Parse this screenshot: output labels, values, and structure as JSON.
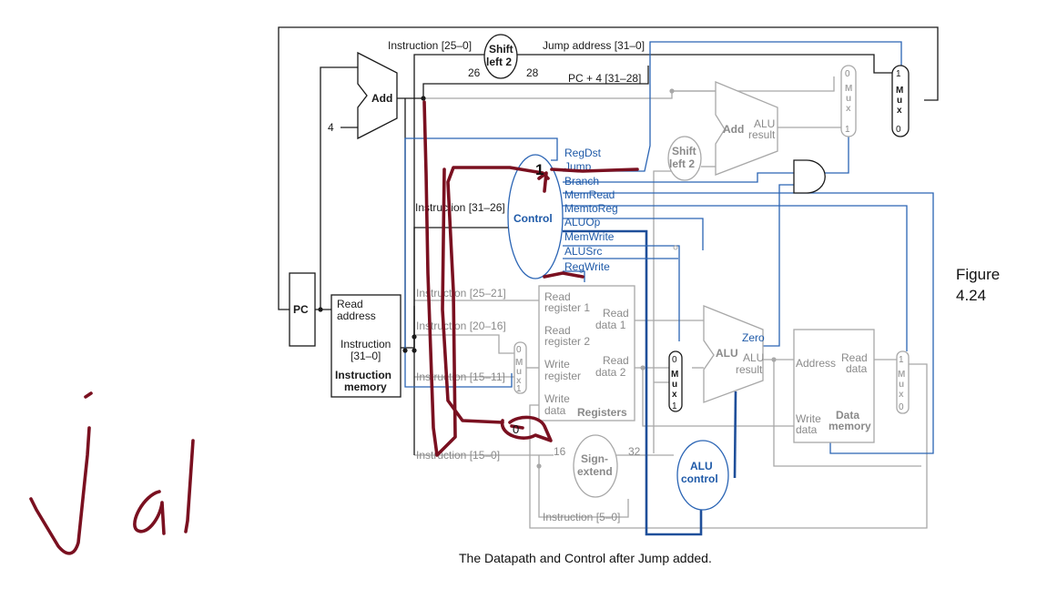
{
  "labels": {
    "instruction_25_0": "Instruction [25–0]",
    "shift_left_2_top_line1": "Shift",
    "shift_left_2_top_line2": "left 2",
    "jump_address": "Jump address [31–0]",
    "bits_26": "26",
    "bits_28": "28",
    "pc_plus_4": "PC + 4 [31–28]",
    "add": "Add",
    "four": "4",
    "alu_add": "Add",
    "alu_result_1": "ALU",
    "alu_result_2": "result",
    "shift_left_2_mid_line1": "Shift",
    "shift_left_2_mid_line2": "left 2",
    "pc": "PC",
    "read_address_1": "Read",
    "read_address_2": "address",
    "instruction_31_0_1": "Instruction",
    "instruction_31_0_2": "[31–0]",
    "instruction_memory_1": "Instruction",
    "instruction_memory_2": "memory",
    "instruction_31_26": "Instruction [31–26]",
    "control": "Control",
    "instruction_25_21": "Instruction [25–21]",
    "instruction_20_16": "Instruction [20–16]",
    "instruction_15_11": "Instruction [15–11]",
    "instruction_15_0": "Instruction [15–0]",
    "instruction_5_0": "Instruction [5–0]",
    "read_register_1a": "Read",
    "read_register_1b": "register 1",
    "read_register_2a": "Read",
    "read_register_2b": "register 2",
    "write_register_a": "Write",
    "write_register_b": "register",
    "write_data_a": "Write",
    "write_data_b": "data",
    "registers": "Registers",
    "read_data_1a": "Read",
    "read_data_1b": "data 1",
    "read_data_2a": "Read",
    "read_data_2b": "data 2",
    "sign_extend_1": "Sign-",
    "sign_extend_2": "extend",
    "bits_16": "16",
    "bits_32": "32",
    "alu": "ALU",
    "zero": "Zero",
    "alu_result_main_1": "ALU",
    "alu_result_main_2": "result",
    "alu_control_1": "ALU",
    "alu_control_2": "control",
    "address": "Address",
    "read_data_a": "Read",
    "read_data_b": "data",
    "data_write_a": "Write",
    "data_write_b": "data",
    "data_memory_1": "Data",
    "data_memory_2": "memory",
    "mux_0": "0",
    "mux_1": "1",
    "mux_letters": "M u x"
  },
  "control_signals": [
    "RegDst",
    "Jump",
    "Branch",
    "MemRead",
    "MemtoReg",
    "ALUOp",
    "MemWrite",
    "ALUSrc",
    "RegWrite"
  ],
  "figure_label_line1": "Figure",
  "figure_label_line2": "4.24",
  "caption": "The Datapath and Control after Jump added.",
  "handwriting": {
    "text": "jal",
    "marker_digit": "1",
    "register_digit": "0"
  },
  "colors": {
    "datapath": "#1a1a1a",
    "inactive": "#a8a8a8",
    "control": "#2a64b4",
    "ink": "#7a1020"
  }
}
